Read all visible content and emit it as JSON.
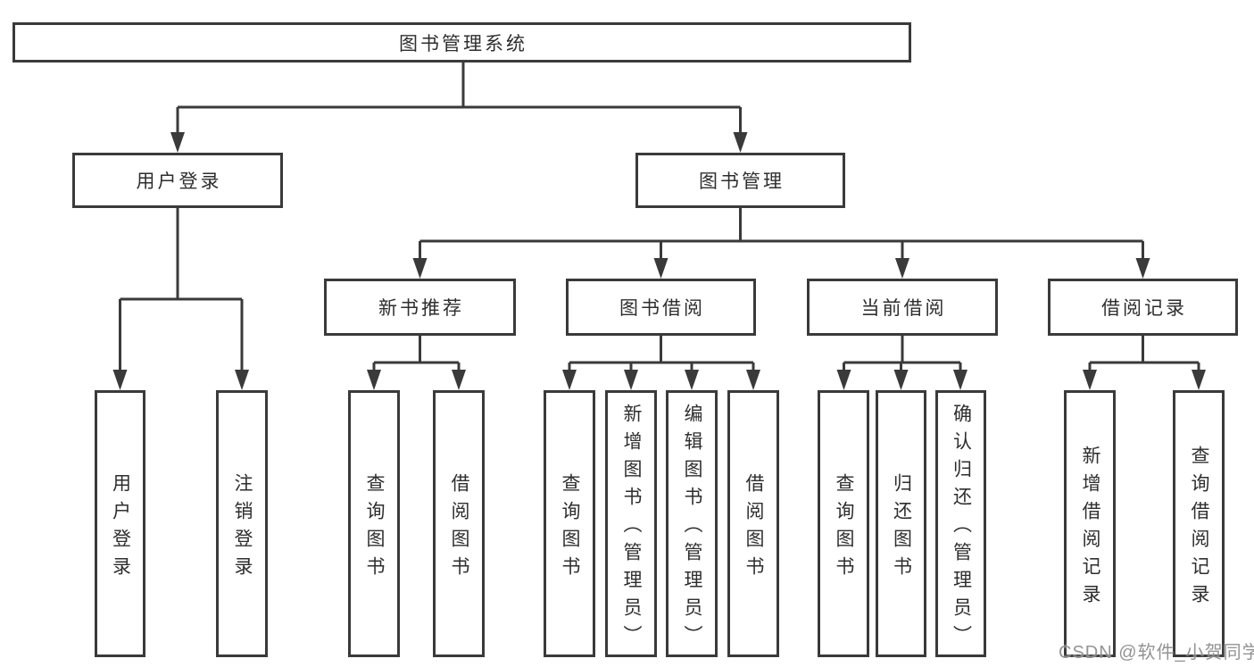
{
  "tree": {
    "label": "图书管理系统",
    "children": [
      {
        "label": "用户登录",
        "children": [
          {
            "label": "用户登录"
          },
          {
            "label": "注销登录"
          }
        ]
      },
      {
        "label": "图书管理",
        "children": [
          {
            "label": "新书推荐",
            "children": [
              {
                "label": "查询图书"
              },
              {
                "label": "借阅图书"
              }
            ]
          },
          {
            "label": "图书借阅",
            "children": [
              {
                "label": "查询图书"
              },
              {
                "label": "新增图书（管理员）"
              },
              {
                "label": "编辑图书（管理员）"
              },
              {
                "label": "借阅图书"
              }
            ]
          },
          {
            "label": "当前借阅",
            "children": [
              {
                "label": "查询图书"
              },
              {
                "label": "归还图书"
              },
              {
                "label": "确认归还（管理员）"
              }
            ]
          },
          {
            "label": "借阅记录",
            "children": [
              {
                "label": "新增借阅记录"
              },
              {
                "label": "查询借阅记录"
              }
            ]
          }
        ]
      }
    ]
  },
  "watermark": {
    "text": "CSDN @软件_小贺同学"
  },
  "colors": {
    "line": "#3a3a3a",
    "box_border": "#3a3a3a",
    "text": "#2e2e2e",
    "watermark": "#808080",
    "background": "#ffffff"
  }
}
